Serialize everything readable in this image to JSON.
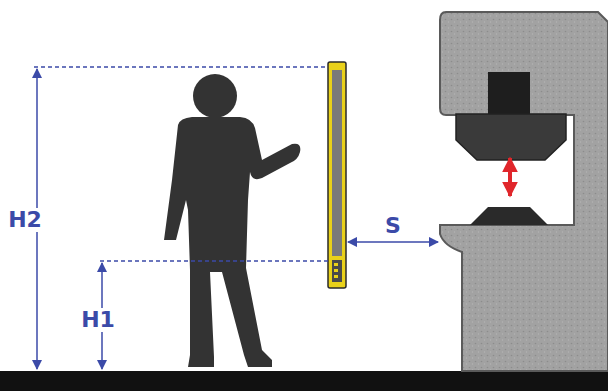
{
  "diagram": {
    "labels": [
      "H2",
      "H1",
      "S"
    ]
  }
}
